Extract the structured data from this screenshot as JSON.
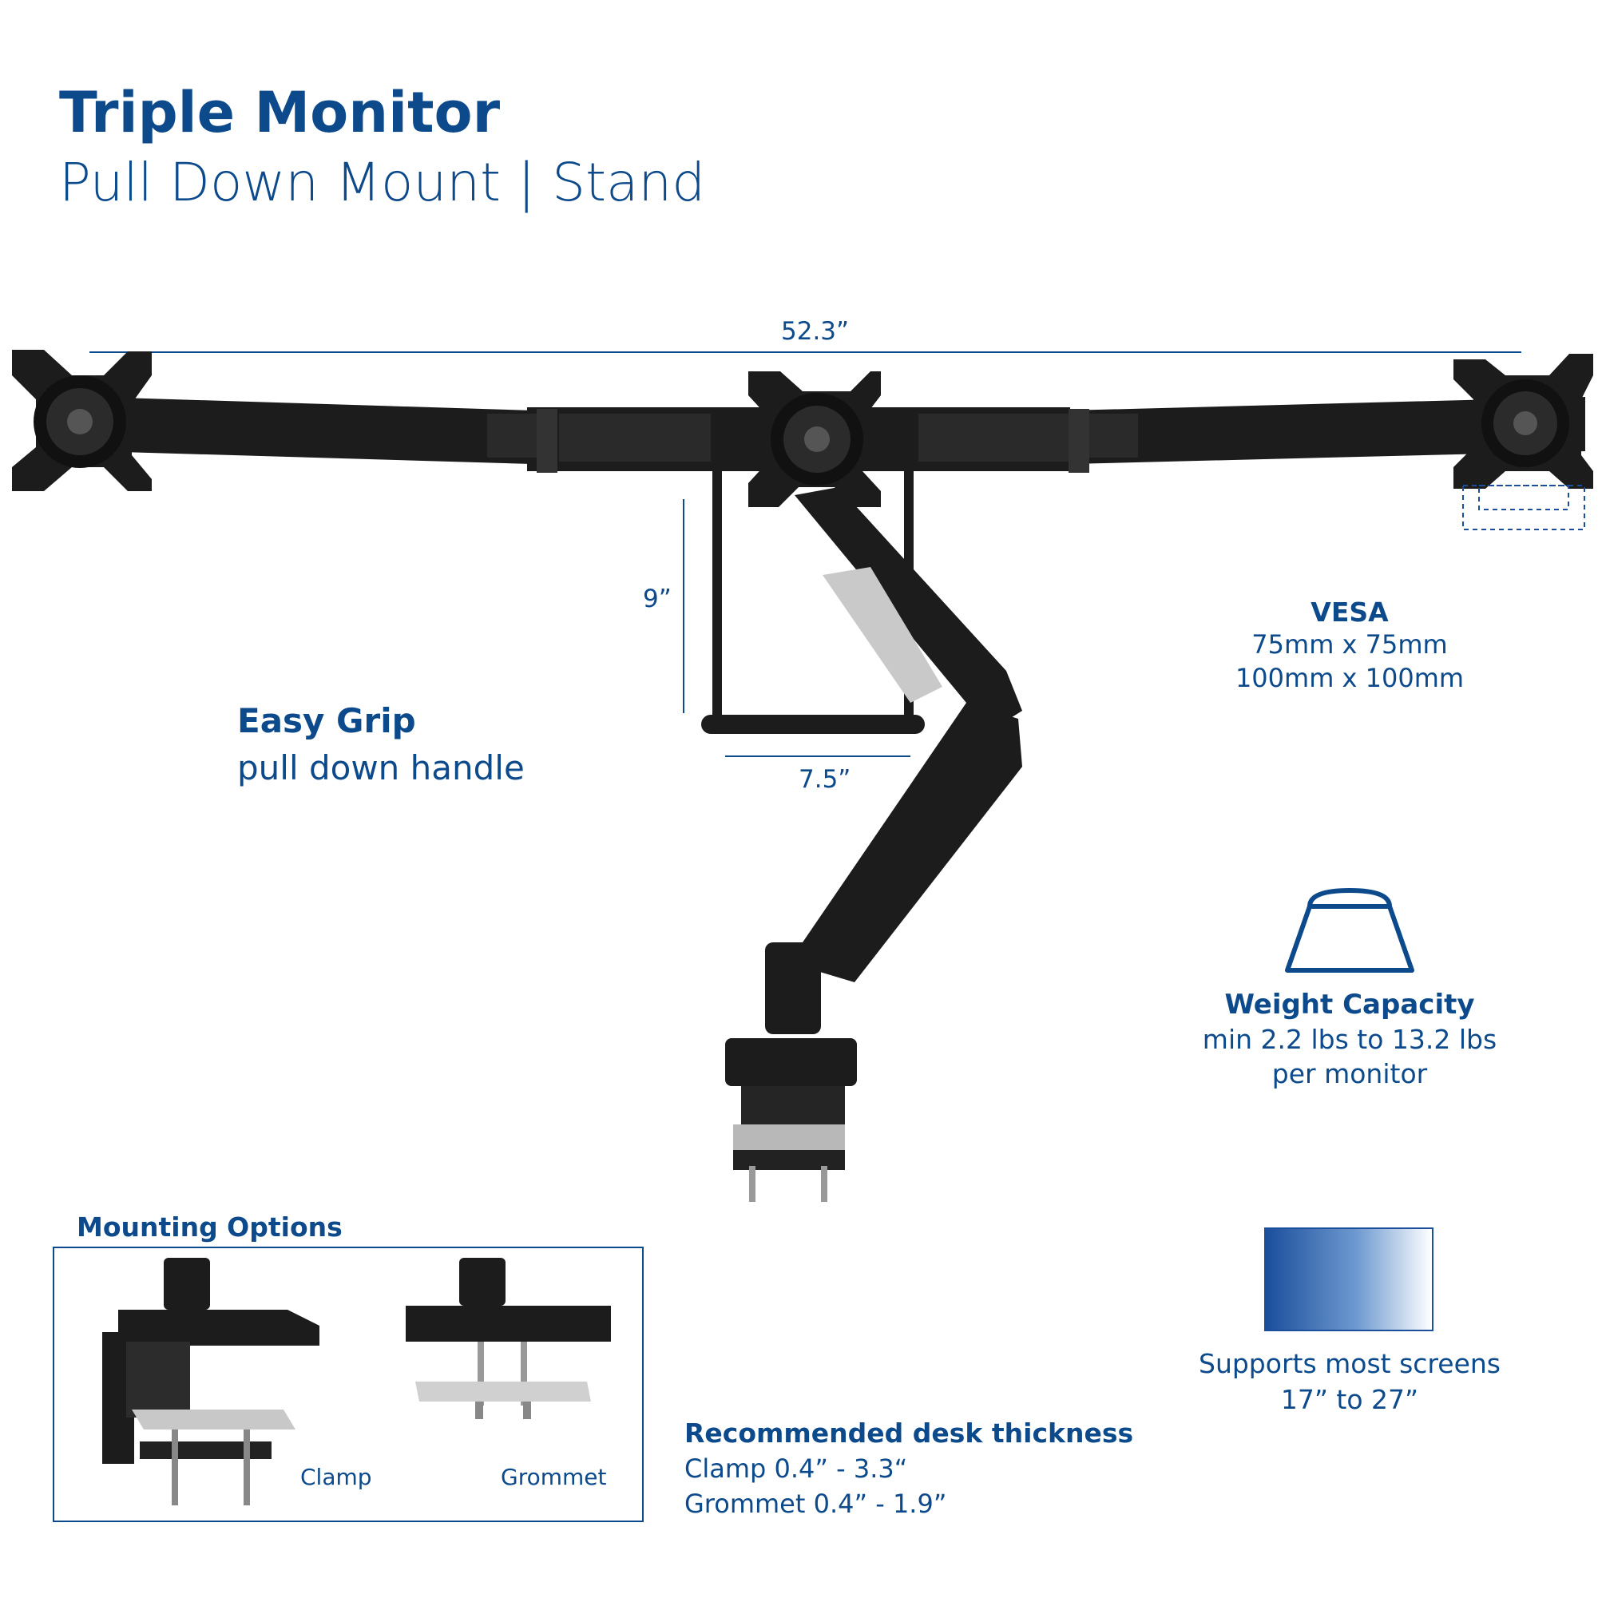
{
  "header": {
    "title": "Triple Monitor",
    "subtitle": "Pull Down Mount | Stand"
  },
  "dimensions": {
    "width": "52.3”",
    "handle_height": "9”",
    "handle_width": "7.5”"
  },
  "easy_grip": {
    "title": "Easy Grip",
    "text": "pull down handle"
  },
  "vesa": {
    "title": "VESA",
    "line1": "75mm x 75mm",
    "line2": "100mm x 100mm"
  },
  "weight": {
    "title": "Weight Capacity",
    "line1": "min 2.2 lbs to 13.2 lbs",
    "line2": "per monitor"
  },
  "screens": {
    "line1": "Supports most screens",
    "line2": "17” to 27”"
  },
  "mounting": {
    "title": "Mounting Options",
    "clamp_label": "Clamp",
    "grommet_label": "Grommet"
  },
  "desk": {
    "title": "Recommended desk thickness",
    "line1": "Clamp 0.4” - 3.3“",
    "line2": "Grommet 0.4” - 1.9”"
  },
  "colors": {
    "brand_blue": "#0c4a8c",
    "product_black": "#1c1c1c"
  }
}
